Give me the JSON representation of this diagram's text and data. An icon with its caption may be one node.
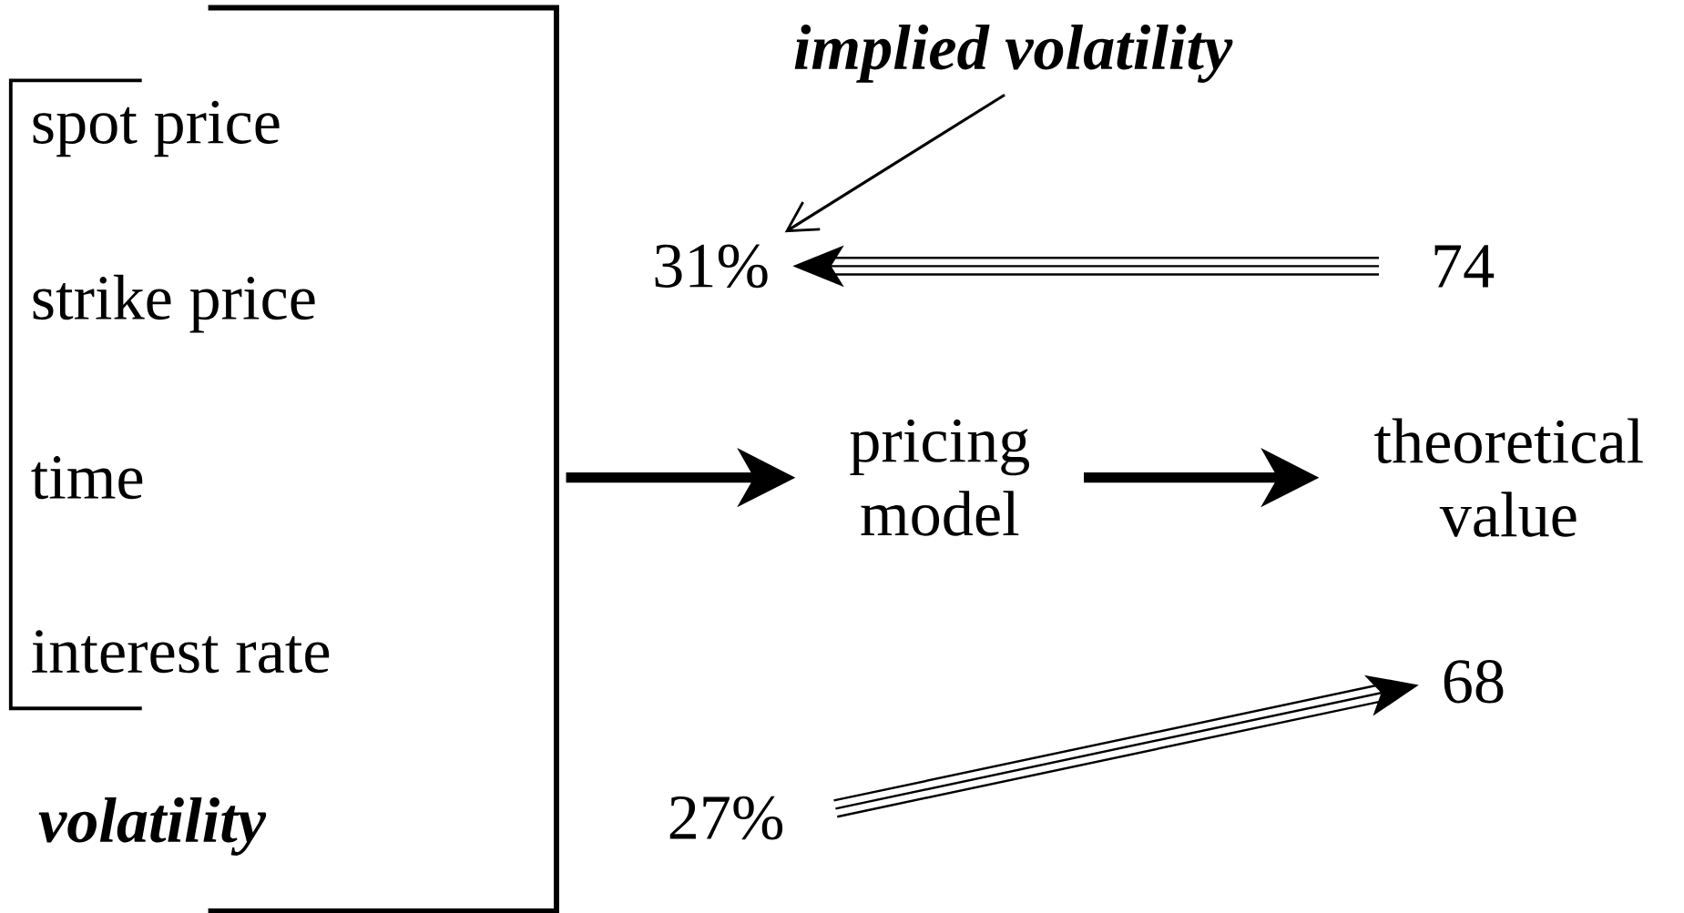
{
  "diagram": {
    "nodes": [
      {
        "text": [],
        "shape": "bracket"
      },
      {
        "text": [
          "implied volatility"
        ]
      },
      {
        "text": [
          "31%"
        ]
      },
      {
        "text": [
          "74"
        ]
      },
      {
        "text": [
          "pricing model"
        ]
      },
      {
        "text": [
          "theoretical value"
        ]
      },
      {
        "text": [
          "68"
        ]
      },
      {
        "text": [
          "27%"
        ]
      }
    ],
    "edges": [
      {
        "from": 0,
        "to": 4,
        "arrow": "to",
        "style": "thick"
      },
      {
        "from": 4,
        "to": 5,
        "arrow": "to",
        "style": "thick"
      },
      {
        "from": 1,
        "to": 2,
        "arrow": "to"
      },
      {
        "from": 3,
        "to": 2,
        "arrow": "to"
      },
      {
        "from": 7,
        "to": 6,
        "arrow": "to"
      }
    ],
    "labels": [
      "spot price",
      "strike price",
      "time",
      "interest rate",
      "volatility"
    ]
  }
}
